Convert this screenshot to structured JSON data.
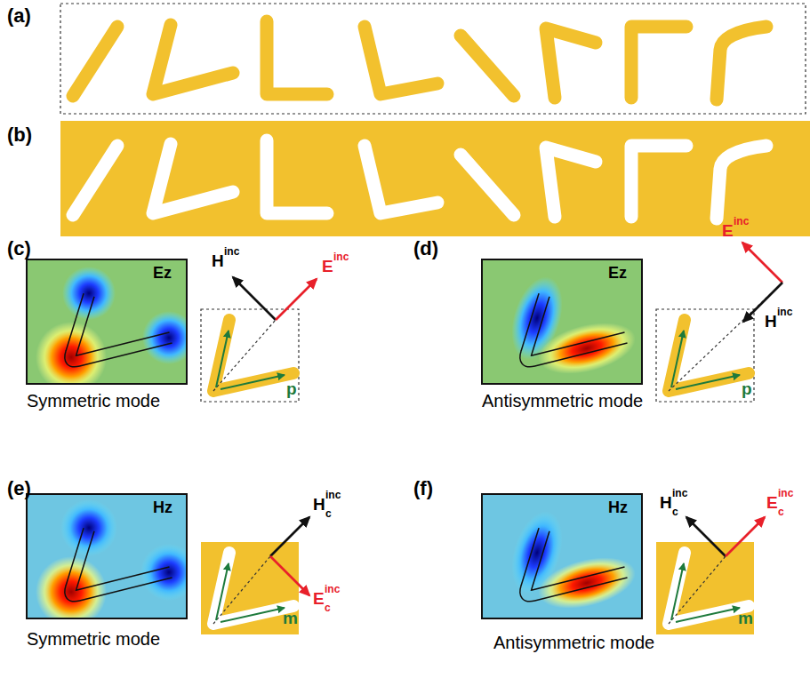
{
  "diagram": {
    "labels": [
      "(a)",
      "(b)",
      "(c)",
      "Ez",
      "H",
      "inc",
      "E",
      "inc",
      "p",
      "Symmetric mode",
      "(d)",
      "Ez",
      "E",
      "inc",
      "H",
      "inc",
      "p",
      "Antisymmetric mode",
      "(e)",
      "Hz",
      "H",
      "c",
      "inc",
      "E",
      "c",
      "inc",
      "m",
      "Symmetric mode",
      "(f)",
      "Hz",
      "H",
      "c",
      "inc",
      "E",
      "c",
      "inc",
      "m",
      "Antisymmetric mode"
    ]
  }
}
